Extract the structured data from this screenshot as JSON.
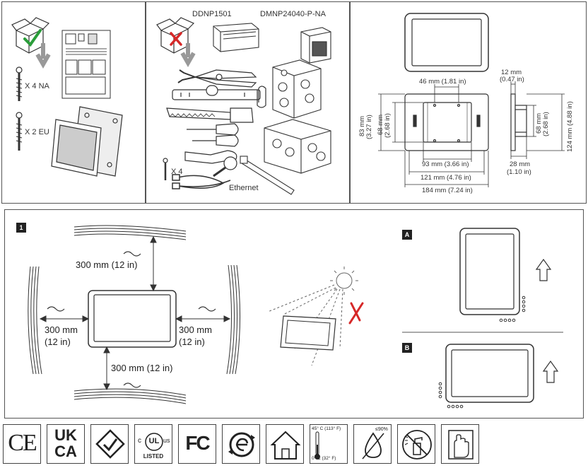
{
  "contents_panel": {
    "screw_na_label": "X 4 NA",
    "screw_eu_label": "X 2 EU"
  },
  "tools_panel": {
    "model_1": "DDNP1501",
    "model_2": "DMNP24040-P-NA",
    "screw_count": "X 4",
    "ethernet_label": "Ethernet"
  },
  "dimensions_panel": {
    "width_inner": "46 mm (1.81 in)",
    "depth_top": "12 mm",
    "depth_top_in": "(0.47 in)",
    "height_83": "83 mm",
    "height_83_in": "(3.27 in)",
    "height_68": "68 mm",
    "height_68_in": "(2.68 in)",
    "side_height_68": "68 mm",
    "side_height_68_in": "(2.68 in)",
    "height_124": "124 mm (4.88 in)",
    "width_93": "93 mm (3.66 in)",
    "width_121": "121 mm (4.76 in)",
    "width_184": "184 mm (7.24 in)",
    "depth_28": "28 mm",
    "depth_28_in": "(1.10 in)"
  },
  "install_panel": {
    "step_number": "1",
    "clearance_top": "300 mm (12 in)",
    "clearance_left_1": "300 mm",
    "clearance_left_2": "(12 in)",
    "clearance_right_1": "300 mm",
    "clearance_right_2": "(12 in)",
    "clearance_bottom": "300 mm (12 in)",
    "option_a": "A",
    "option_b": "B"
  },
  "cert_bar": {
    "ce": "CE",
    "ukca_1": "UK",
    "ukca_2": "CA",
    "ul_c": "c",
    "ul_us": "us",
    "ul_mark": "UL",
    "ul_listed": "LISTED",
    "fc": "FC",
    "temp_high": "45° C (113° F)",
    "temp_low": "0° C (32° F)",
    "humidity": "≤90%"
  }
}
